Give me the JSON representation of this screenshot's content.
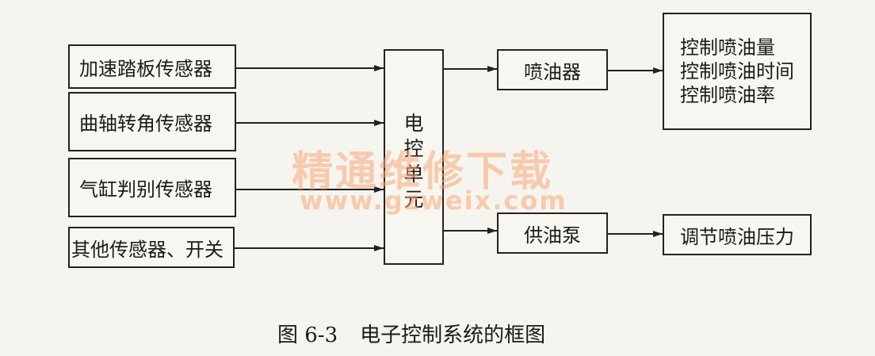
{
  "inputs": {
    "accelerator_pedal_sensor": "加速踏板传感器",
    "crankshaft_angle_sensor": "曲轴转角传感器",
    "cylinder_identification_sensor": "气缸判别传感器",
    "other_sensors_switches": "其他传感器、开关"
  },
  "ecu": {
    "chars": [
      "电",
      "控",
      "单",
      "元"
    ]
  },
  "actuators": {
    "injector": "喷油器",
    "fuel_pump": "供油泵"
  },
  "outputs": {
    "injector_control": [
      "控制喷油量",
      "控制喷油时间",
      "控制喷油率"
    ],
    "pump_control": "调节喷油压力"
  },
  "watermark": {
    "title": "精通维修下载",
    "url": "www.gzweix.com"
  },
  "caption": {
    "figure_number": "图 6-3",
    "title": "电子控制系统的框图"
  }
}
